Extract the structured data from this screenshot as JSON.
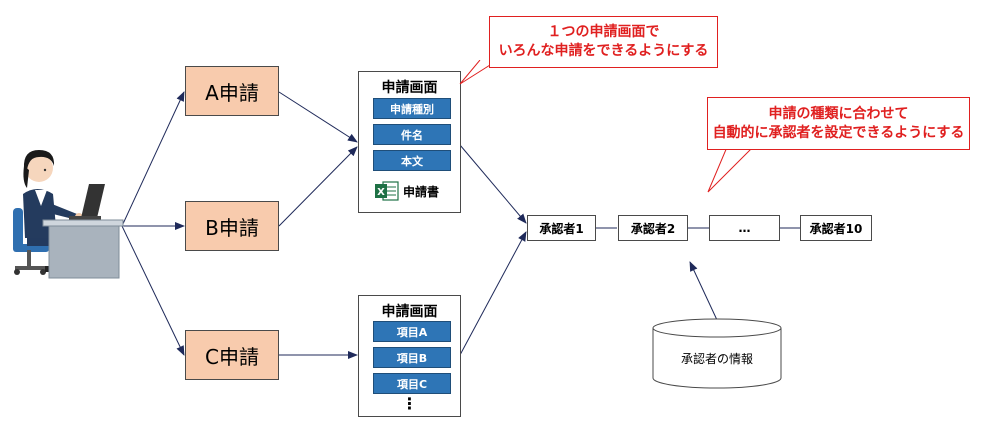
{
  "requests": [
    {
      "label": "A申請"
    },
    {
      "label": "B申請"
    },
    {
      "label": "C申請"
    }
  ],
  "screen1": {
    "title": "申請画面",
    "fields": [
      "申請種別",
      "件名",
      "本文"
    ],
    "attachment": "申請書"
  },
  "screen2": {
    "title": "申請画面",
    "fields": [
      "項目A",
      "項目B",
      "項目C"
    ],
    "more": "⋮"
  },
  "approvers": [
    "承認者1",
    "承認者2",
    "…",
    "承認者10"
  ],
  "database": {
    "label": "承認者の情報"
  },
  "callout1": {
    "line1": "１つの申請画面で",
    "line2": "いろんな申請をできるようにする"
  },
  "callout2": {
    "line1": "申請の種類に合わせて",
    "line2": "自動的に承認者を設定できるようにする"
  },
  "colors": {
    "request_fill": "#f8cbad",
    "field_fill": "#2e75b6",
    "callout_red": "#e02020",
    "arrow": "#1f2a5a"
  }
}
